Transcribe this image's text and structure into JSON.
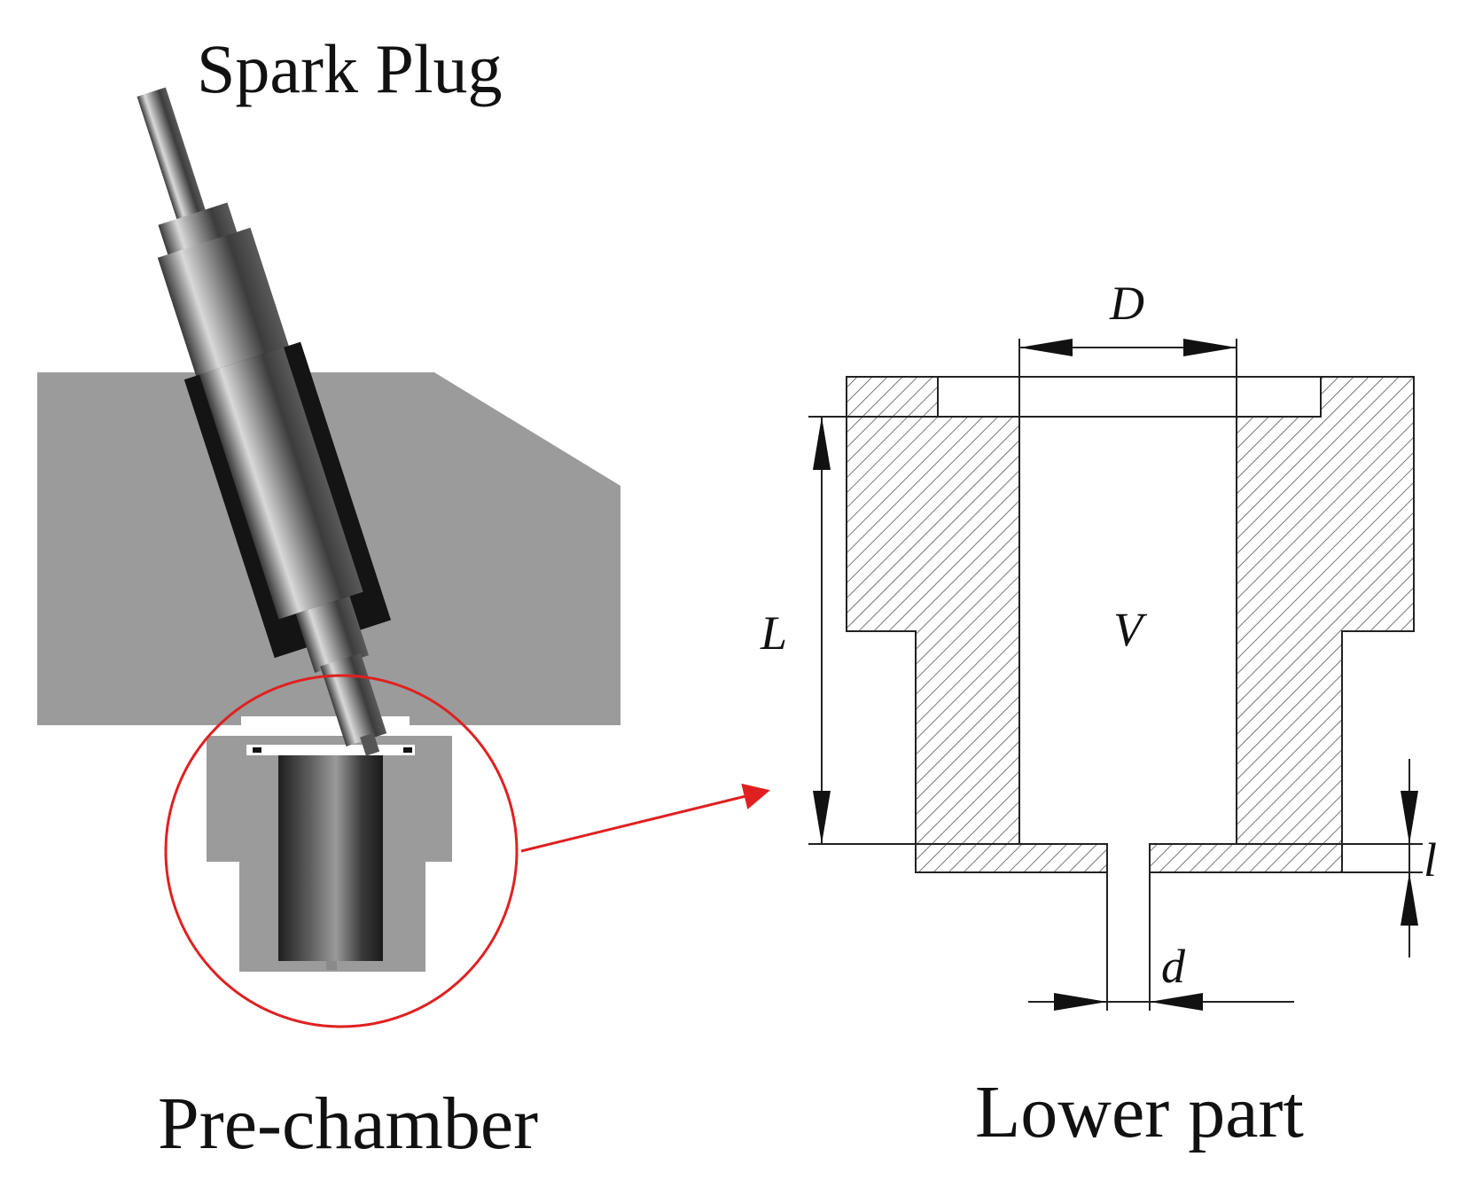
{
  "labels": {
    "spark_plug": "Spark Plug",
    "left_caption": "Pre-chamber",
    "right_caption": "Lower part"
  },
  "dimensions": {
    "diameter_chamber": "D",
    "length_chamber": "L",
    "volume": "V",
    "orifice_length": "l",
    "orifice_diameter": "d"
  },
  "colors": {
    "block": "#9b9b9b",
    "steel_dark": "#2f2f2f",
    "steel_mid": "#7a7a7a",
    "steel_light": "#cfcfcf",
    "callout": "#e02020",
    "line": "#222222"
  }
}
